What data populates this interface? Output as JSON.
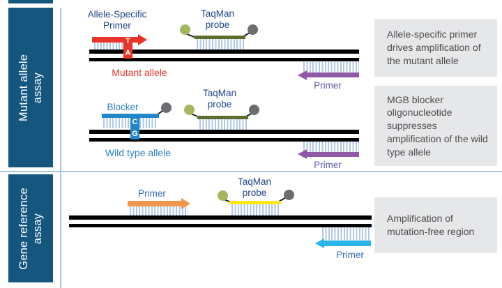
{
  "sidebar": {
    "sections": [
      {
        "label": "Mutant allele\nassay"
      },
      {
        "label": "Gene reference\nassay"
      }
    ]
  },
  "rows": {
    "mutant": {
      "forward_primer_label": "Allele-Specific\nPrimer",
      "taqman_label": "TaqMan\nprobe",
      "allele_label": "Mutant allele",
      "mismatch": {
        "primer_base": "T",
        "template_base": "A"
      },
      "reverse_primer_label": "Primer"
    },
    "wildtype": {
      "blocker_label": "Blocker",
      "taqman_label": "TaqMan\nprobe",
      "allele_label": "Wild type allele",
      "mismatch": {
        "blocker_base": "C",
        "template_base": "G"
      },
      "reverse_primer_label": "Primer"
    },
    "reference": {
      "forward_primer_label": "Primer",
      "taqman_label": "TaqMan\nprobe",
      "reverse_primer_label": "Primer"
    }
  },
  "callouts": [
    {
      "text": "Allele-specific primer drives amplification of the mutant allele"
    },
    {
      "text": "MGB blocker oligonucleotide suppresses amplification of the wild type allele"
    },
    {
      "text": "Amplification of mutation-free region"
    }
  ],
  "colors": {
    "navy": "#15567f",
    "label-navy": "#1e4586",
    "blue": "#2187c8",
    "blue-text": "#2b7fc3",
    "red": "#e9342a",
    "purple": "#9059a8",
    "primer-purple-text": "#5d58a8",
    "primer-blue-text": "#3a6ab1",
    "orange": "#f2964b",
    "cyan": "#2ab4e9",
    "yellow": "#ffe81a",
    "olive": "#5c6e2e",
    "dye-green": "#a4b75f",
    "dye-gray": "#6c6d70",
    "teeth": "#b0c8e8",
    "strand": "#000000",
    "divider": "#a5c6e6",
    "callout-bg": "#e6e7e8",
    "callout-text": "#4d4d4f"
  }
}
